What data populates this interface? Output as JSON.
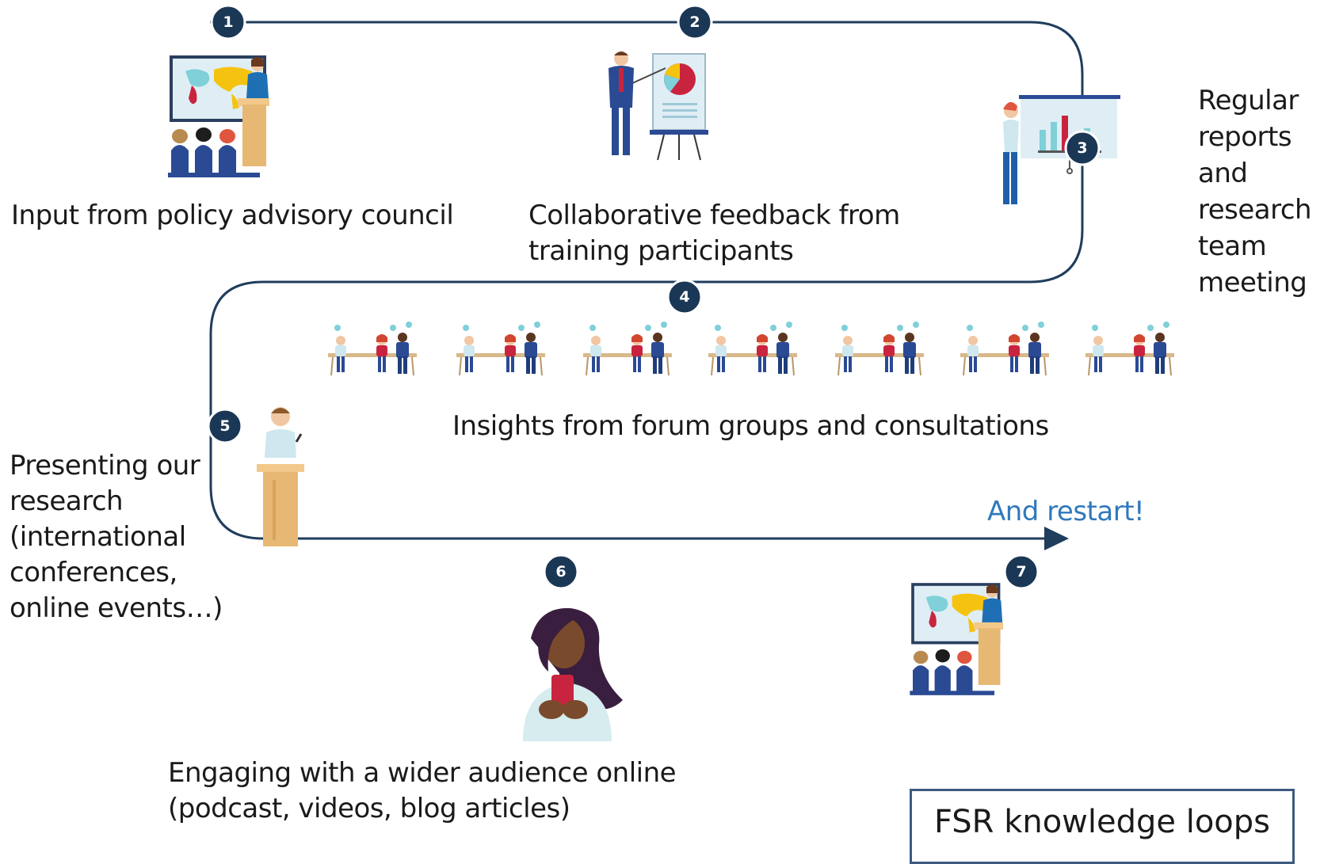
{
  "steps": [
    {
      "number": "1",
      "label": "Input from policy advisory council"
    },
    {
      "number": "2",
      "label": "Collaborative feedback from\ntraining participants"
    },
    {
      "number": "3",
      "label": "Regular\nreports and\nresearch\nteam\nmeeting"
    },
    {
      "number": "4",
      "label": "Insights from forum groups and consultations"
    },
    {
      "number": "5",
      "label": "Presenting our\nresearch\n(international\nconferences,\nonline events…)"
    },
    {
      "number": "6",
      "label": "Engaging with a wider audience online\n(podcast, videos, blog articles)"
    },
    {
      "number": "7",
      "label": "And restart!"
    }
  ],
  "title": "FSR knowledge loops",
  "colors": {
    "path": "#1f3d5c",
    "marker": "#1b3756",
    "restart_text": "#2f78bc",
    "box_border": "#3d5a80",
    "chart_red": "#c9243f",
    "chart_yellow": "#f5c30f",
    "chart_teal": "#7fd0d8",
    "chair_blue": "#2b4a94",
    "podium": "#e7b873"
  },
  "icons": [
    "presentation-hall-icon",
    "presenter-with-pie-chart-icon",
    "presenter-with-bar-chart-icon",
    "meeting-table-icon",
    "speaker-at-podium-icon",
    "woman-with-phone-icon",
    "presentation-hall-icon"
  ]
}
